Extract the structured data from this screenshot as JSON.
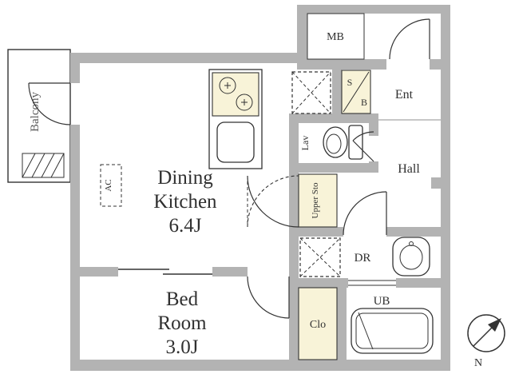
{
  "plan": {
    "balcony": "Balcony",
    "dining_kitchen": {
      "line1": "Dining",
      "line2": "Kitchen",
      "size": "6.4J"
    },
    "bed_room": {
      "line1": "Bed",
      "line2": "Room",
      "size": "3.0J"
    },
    "meter_box": "MB",
    "shoe_box": {
      "top": "S",
      "bottom": "B"
    },
    "entrance": "Ent",
    "lavatory": "Lav",
    "hall": "Hall",
    "upper_storage": "Upper Sto",
    "powder_room": "DR",
    "unit_bath": "UB",
    "closet": "Clo",
    "air_conditioner": "AC",
    "compass_north": "N"
  },
  "colors": {
    "wall": "#b3b3b3",
    "storage": "#f8f3d8",
    "line": "#333333",
    "label": "#303030",
    "muted": "#5a5a5a"
  }
}
